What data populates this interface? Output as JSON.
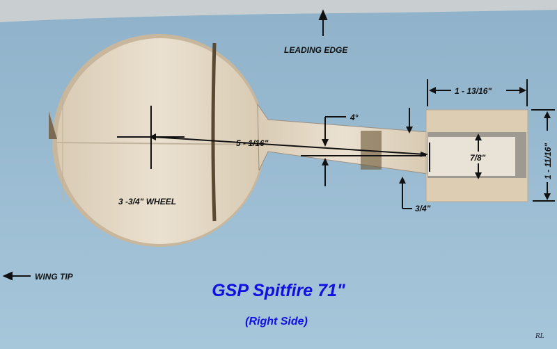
{
  "labels": {
    "leading_edge": "LEADING EDGE",
    "wing_tip": "WING TIP",
    "wheel": "3 -3/4\" WHEEL",
    "axle_offset": "5 - 1/16\"",
    "angle": "4°",
    "arm_width": "3/4\"",
    "block_length": "1 - 13/16\"",
    "block_height": "1 - 11/16\"",
    "slot_width": "7/8\""
  },
  "title": "GSP Spitfire 71\"",
  "subtitle": "(Right Side)",
  "signature": "RL",
  "colors": {
    "background": "#9dbfd5",
    "title": "#1010e0",
    "wood": "#e2d6c2",
    "foam": "#c9cfd1"
  }
}
